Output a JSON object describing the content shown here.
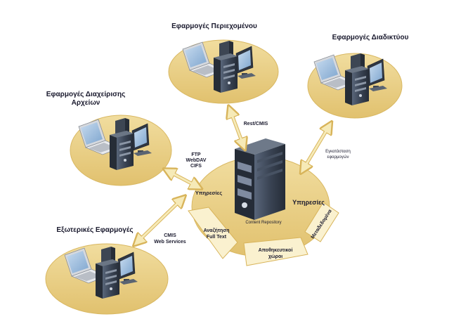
{
  "nodes": {
    "content_apps": {
      "title": "Εφαρμογές Περιεχομένου"
    },
    "web_apps": {
      "title": "Εφαρμογές Διαδικτύου"
    },
    "file_mgmt_apps": {
      "title_line1": "Εφαρμογές Διαχείρισης",
      "title_line2": "Αρχείων"
    },
    "external_apps": {
      "title": "Εξωτερικές Εφαρμογές"
    }
  },
  "connections": {
    "rest_cmis": "Rest/CMIS",
    "ftp": "FTP",
    "webdav": "WebDAV",
    "cifs": "CIFS",
    "cmis": "CMIS",
    "web_services": "Web Services",
    "install_line1": "Εγκατάσταση",
    "install_line2": "εφαρμογών"
  },
  "repository": {
    "label": "Content Repository",
    "services_left": "Υπηρεσίες",
    "services_right": "Υπηρεσίες"
  },
  "segments": {
    "fulltext_line1": "Αναζήτηση",
    "fulltext_line2": "Full Text",
    "storage_line1": "Αποθηκευτικοί",
    "storage_line2": "χώροι",
    "metadata": "Μεταδεδομένα"
  },
  "colors": {
    "ellipse_fill": "#e8cd82",
    "ellipse_edge": "#d9b862",
    "arrow_fill": "#f6eab7",
    "arrow_stroke": "#d8b45a",
    "tower_dark": "#2e3744",
    "tower_mid": "#4f5b6b",
    "screen_blue": "#8fb4d9"
  }
}
